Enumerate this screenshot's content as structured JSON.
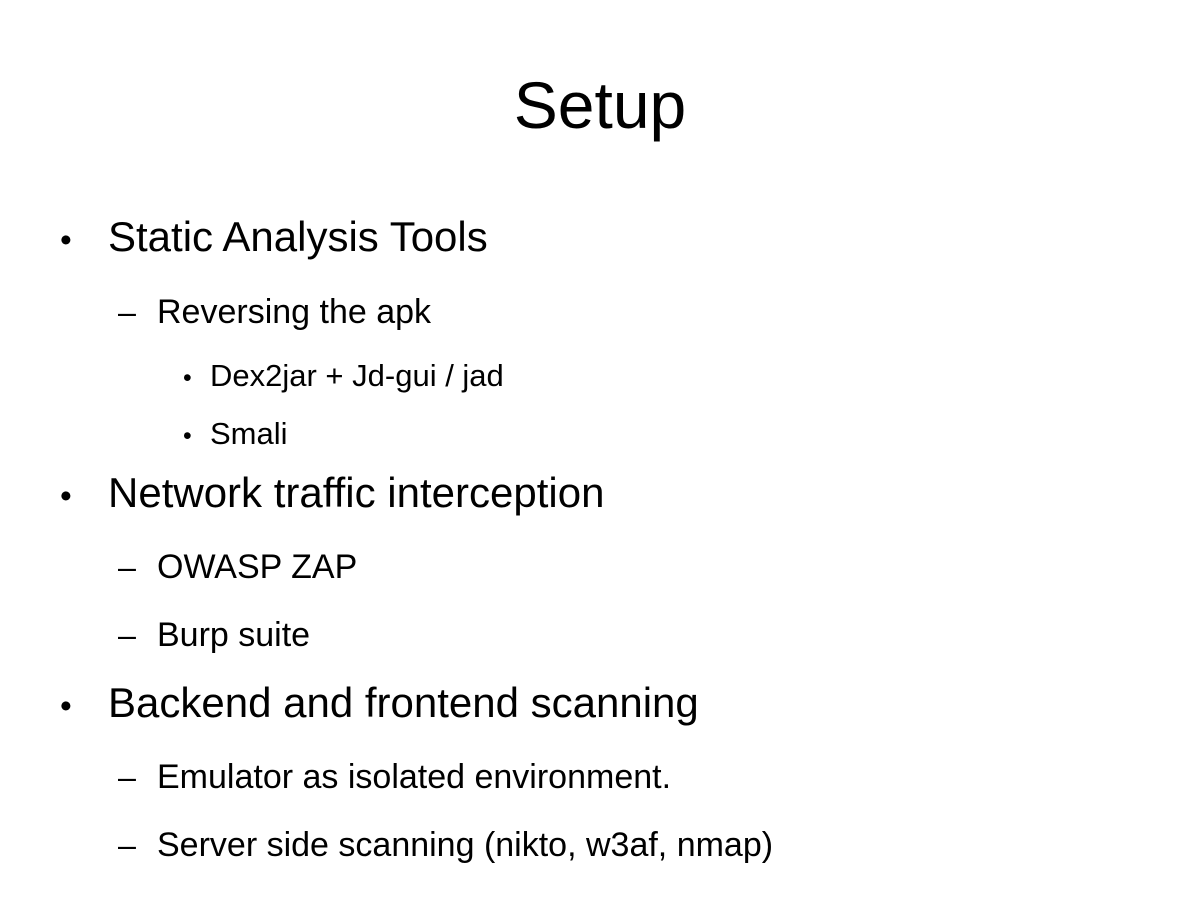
{
  "slide": {
    "title": "Setup",
    "markers": {
      "l1": "•",
      "l2": "–",
      "l3": "•"
    },
    "colors": {
      "text": "#000000",
      "background": "#ffffff"
    }
  },
  "bullets": [
    {
      "text": "Static Analysis Tools",
      "children": [
        {
          "text": "Reversing the apk",
          "children": [
            {
              "text": "Dex2jar + Jd-gui / jad"
            },
            {
              "text": "Smali"
            }
          ]
        }
      ]
    },
    {
      "text": "Network traffic interception",
      "children": [
        {
          "text": "OWASP ZAP"
        },
        {
          "text": "Burp suite"
        }
      ]
    },
    {
      "text": "Backend and frontend scanning",
      "children": [
        {
          "text": "Emulator as isolated environment."
        },
        {
          "text": "Server side scanning (nikto, w3af, nmap)"
        }
      ]
    }
  ]
}
